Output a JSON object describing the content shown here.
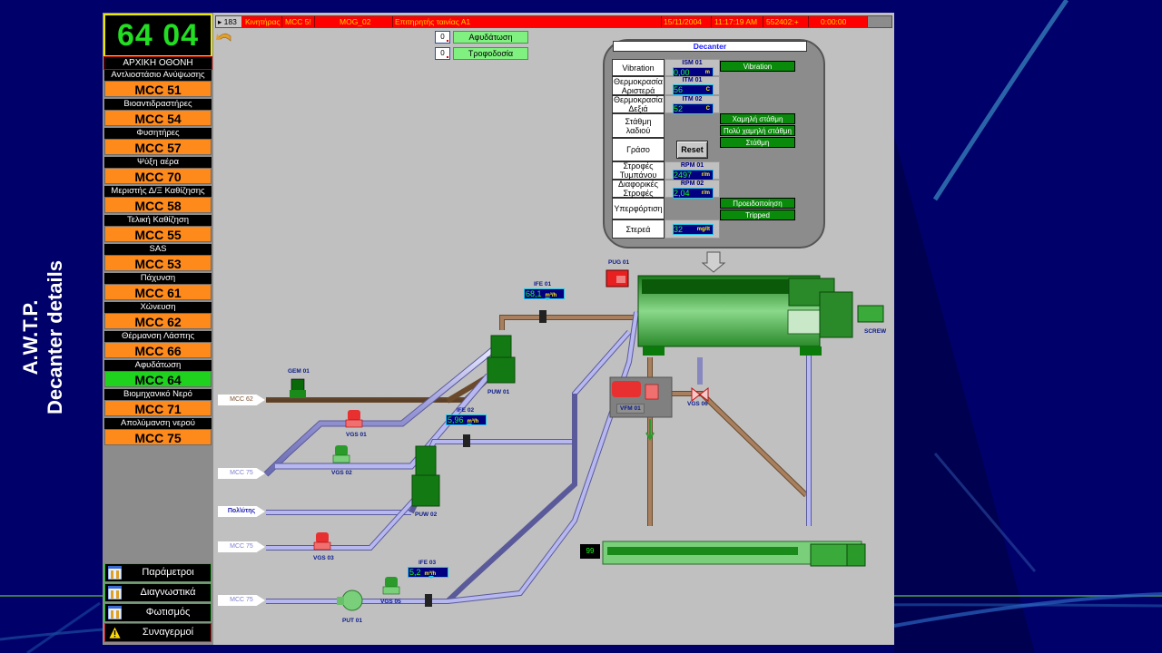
{
  "side_title": {
    "line1": "A.W.T.P.",
    "line2": "Decanter details"
  },
  "clock": "64 04",
  "home_label": "ΑΡΧΙΚΗ ΟΘΟΝΗ",
  "mcc_list": [
    {
      "label": "Αντλιοστάσιο Ανύψωσης",
      "value": "MCC 51",
      "active": false
    },
    {
      "label": "Βιοαντιδραστήρες",
      "value": "MCC 54",
      "active": false
    },
    {
      "label": "Φυσητήρες",
      "value": "MCC 57",
      "active": false
    },
    {
      "label": "Ψύξη αέρα",
      "value": "MCC 70",
      "active": false
    },
    {
      "label": "Μεριστής Δ/Ξ Καθίζησης",
      "value": "MCC 58",
      "active": false
    },
    {
      "label": "Τελική Καθίζηση",
      "value": "MCC 55",
      "active": false
    },
    {
      "label": "SAS",
      "value": "MCC 53",
      "active": false
    },
    {
      "label": "Πάχυνση",
      "value": "MCC 61",
      "active": false
    },
    {
      "label": "Χώνευση",
      "value": "MCC 62",
      "active": false
    },
    {
      "label": "Θέρμανση Λάσπης",
      "value": "MCC 66",
      "active": false
    },
    {
      "label": "Αφυδάτωση",
      "value": "MCC 64",
      "active": true
    },
    {
      "label": "Βιομηχανικό Νερό",
      "value": "MCC 71",
      "active": false
    },
    {
      "label": "Απολύμανση νερού",
      "value": "MCC 75",
      "active": false
    }
  ],
  "bottom_nav": [
    {
      "label": "Παράμετροι",
      "icon": "window-tools-icon"
    },
    {
      "label": "Διαγνωστικά",
      "icon": "window-tools-icon"
    },
    {
      "label": "Φωτισμός",
      "icon": "window-tools-icon"
    },
    {
      "label": "Συναγερμοί",
      "icon": "warning-icon"
    }
  ],
  "status_bar": {
    "index": "183",
    "type": "Κινητήρας",
    "mcc": "MCC 5!",
    "device": "MOG_02",
    "description": "Επιτηρητής ταινίας Α1",
    "date": "15/11/2004",
    "time": "11:17:19 AM",
    "code": "552402:+",
    "duration": "0:00:00"
  },
  "top_buttons": [
    {
      "label": "Αφυδάτωση",
      "icon_text": "0"
    },
    {
      "label": "Τροφοδοσία",
      "icon_text": "0"
    }
  ],
  "decanter": {
    "title": "Decanter",
    "rows": {
      "vibration": {
        "label": "Vibration",
        "tag": "ISM 01",
        "value": "0,00",
        "unit": "m"
      },
      "temp_left": {
        "label": "Θερμοκρασία Αριστερά",
        "tag": "ITM 01",
        "value": "56",
        "unit": "C"
      },
      "temp_right": {
        "label": "Θερμοκρασία Δεξιά",
        "tag": "ITM 02",
        "value": "52",
        "unit": "C"
      },
      "oil_level": {
        "label": "Στάθμη λαδιού"
      },
      "grease": {
        "label": "Γράσο",
        "button": "Reset"
      },
      "drum_rpm": {
        "label": "Στροφές Τυμπάνου",
        "tag": "RPM 01",
        "value": "2497",
        "unit": "r/m"
      },
      "diff_rpm": {
        "label": "Διαφορικές Στροφές",
        "tag": "RPM 02",
        "value": "2,04",
        "unit": "r/m"
      },
      "overload": {
        "label": "Υπερφόρτιση"
      },
      "solids": {
        "label": "Στερεά",
        "value": "32",
        "unit": "mg/lt"
      }
    },
    "status": {
      "vibration": "Vibration",
      "low_level": "Χαμηλή στάθμη",
      "very_low_level": "Πολύ χαμηλή στάθμη",
      "level": "Στάθμη",
      "warning": "Προειδοποίηση",
      "tripped": "Tripped"
    }
  },
  "diagram": {
    "flows": [
      {
        "tag": "IFE 01",
        "value": "68,1",
        "unit": "m³/h"
      },
      {
        "tag": "IFE 02",
        "value": "5,96",
        "unit": "m³/h"
      },
      {
        "tag": "IFE 03",
        "value": "5,2",
        "unit": "m³/h"
      }
    ],
    "sources": [
      "MCC 62",
      "MCC 75",
      "Πολ\\ύτης",
      "MCC 75",
      "MCC 75"
    ],
    "equipment": {
      "pug": "PUG 01",
      "gem": "GEM 01",
      "puw1": "PUW 01",
      "puw2": "PUW 02",
      "vgs1": "VGS 01",
      "vgs2": "VGS 02",
      "vgs3": "VGS 03",
      "vgs5": "VGS 05",
      "vgs6": "VGS 06",
      "put": "PUT 01",
      "vfm": "VFM 01",
      "screw": "SCREW"
    },
    "conveyor_counter": "99"
  },
  "colors": {
    "accent_green": "#1ed21e",
    "mcc_orange": "#ff8a1c",
    "alarm_red": "#ff0000",
    "bg_navy": "#00006a"
  }
}
